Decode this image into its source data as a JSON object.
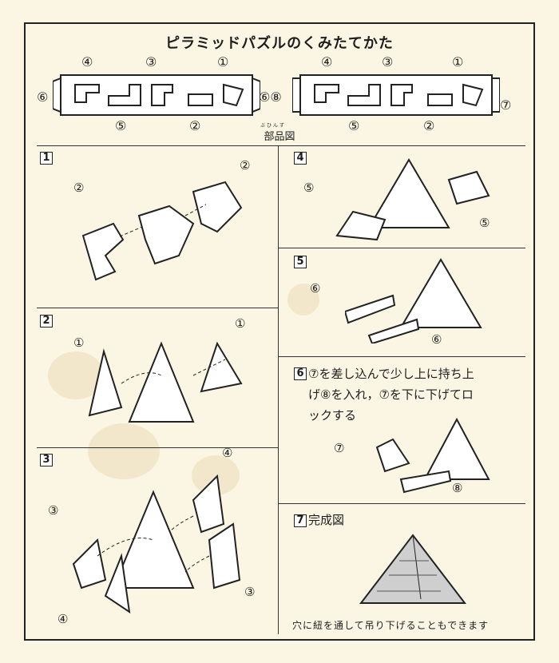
{
  "title": "ピラミッドパズルのくみたてかた",
  "parts": {
    "caption": "部品図",
    "caption_ruby": "ぶひんず",
    "left_top": [
      "④",
      "③",
      "①"
    ],
    "left_side": "⑥",
    "left_right": "⑥⑧",
    "left_bottom": [
      "⑤",
      "②"
    ],
    "right_top": [
      "④",
      "③",
      "①"
    ],
    "right_side": "⑦",
    "right_bottom": [
      "⑤",
      "②"
    ]
  },
  "steps": [
    {
      "num": "1",
      "labels": [
        "②",
        "②"
      ]
    },
    {
      "num": "2",
      "labels": [
        "①",
        "①"
      ]
    },
    {
      "num": "3",
      "labels": [
        "④",
        "③",
        "③",
        "④"
      ]
    },
    {
      "num": "4",
      "labels": [
        "⑤",
        "⑤"
      ]
    },
    {
      "num": "5",
      "labels": [
        "⑥",
        "⑥"
      ]
    },
    {
      "num": "6",
      "text_line1": "⑦を差し込んで少し上に持ち上",
      "text_line2": "げ⑧を入れ，⑦を下に下げてロ",
      "text_line3": "ックする",
      "labels": [
        "⑦",
        "⑧"
      ]
    },
    {
      "num": "7",
      "caption": "完成図",
      "note": "穴に紐を通して吊り下げることもできます"
    }
  ]
}
